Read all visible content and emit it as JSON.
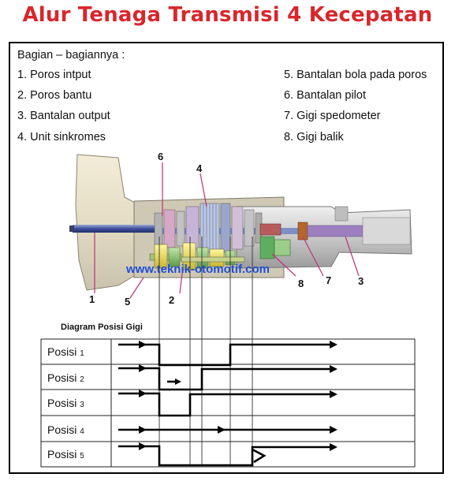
{
  "title": "Alur Tenaga Transmisi 4 Kecepatan",
  "parts": {
    "heading": "Bagian – bagiannya :",
    "left": [
      "1. Poros intput",
      "2. Poros bantu",
      "3. Bantalan output",
      "4. Unit sinkromes"
    ],
    "right": [
      "5. Bantalan bola pada poros",
      "6. Bantalan pilot",
      "7. Gigi spedometer",
      "8. Gigi balik"
    ]
  },
  "callouts": [
    "1",
    "2",
    "3",
    "4",
    "5",
    "6",
    "7",
    "8"
  ],
  "watermark": "www.teknik-otomotif.com",
  "diagram": {
    "title": "Diagram Posisi Gigi",
    "rows": [
      {
        "label": "Posisi",
        "num": "1"
      },
      {
        "label": "Posisi",
        "num": "2"
      },
      {
        "label": "Posisi",
        "num": "3"
      },
      {
        "label": "Posisi",
        "num": "4"
      },
      {
        "label": "Posisi",
        "num": "5"
      }
    ]
  },
  "colors": {
    "title": "#d9262c",
    "watermark": "#1f4fd6",
    "callout_line": "#c0307a"
  }
}
